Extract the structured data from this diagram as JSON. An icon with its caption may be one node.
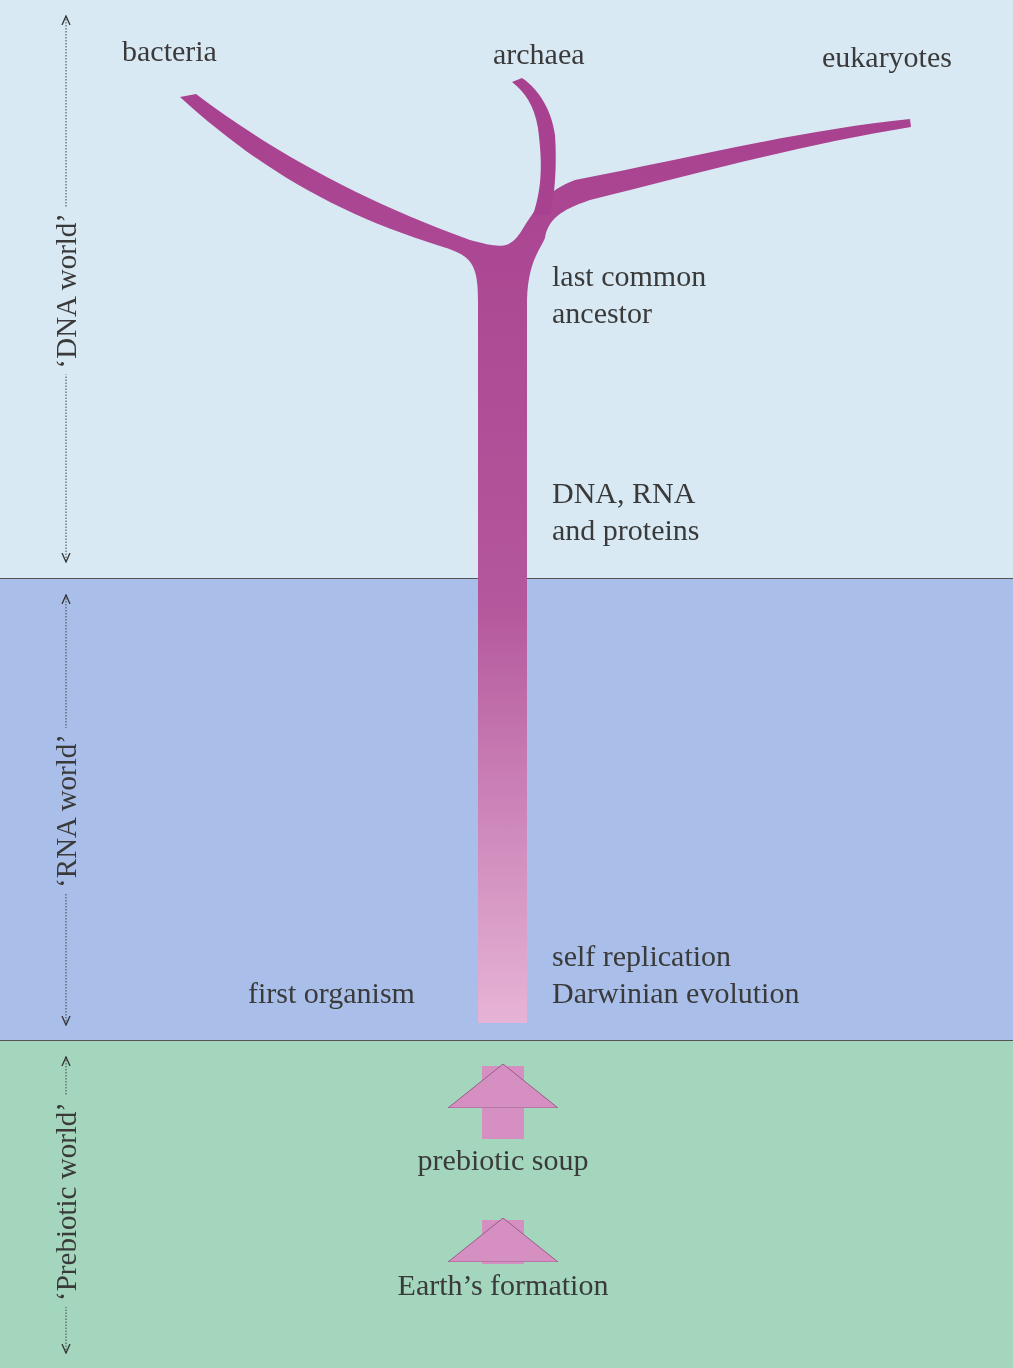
{
  "diagram": {
    "nodes": [
      {
        "text": [
          "‘DNA world’"
        ]
      },
      {
        "text": [
          "‘RNA world’"
        ]
      },
      {
        "text": [
          "‘Prebiotic world’"
        ]
      },
      {
        "text": [],
        "shape": "tree"
      },
      {
        "text": [
          "prebiotic soup"
        ],
        "in": 2
      },
      {
        "text": [
          "Earth’s formation"
        ],
        "in": 2
      }
    ],
    "edges": [
      {
        "from": 4,
        "to": 3,
        "arrow": "to"
      },
      {
        "from": 5,
        "to": 4,
        "arrow": "to"
      }
    ],
    "labels": [
      "bacteria",
      "archaea",
      "eukaryotes",
      "last common ancestor",
      "DNA, RNA and proteins",
      "self replication Darwinian evolution",
      "first organism"
    ]
  }
}
